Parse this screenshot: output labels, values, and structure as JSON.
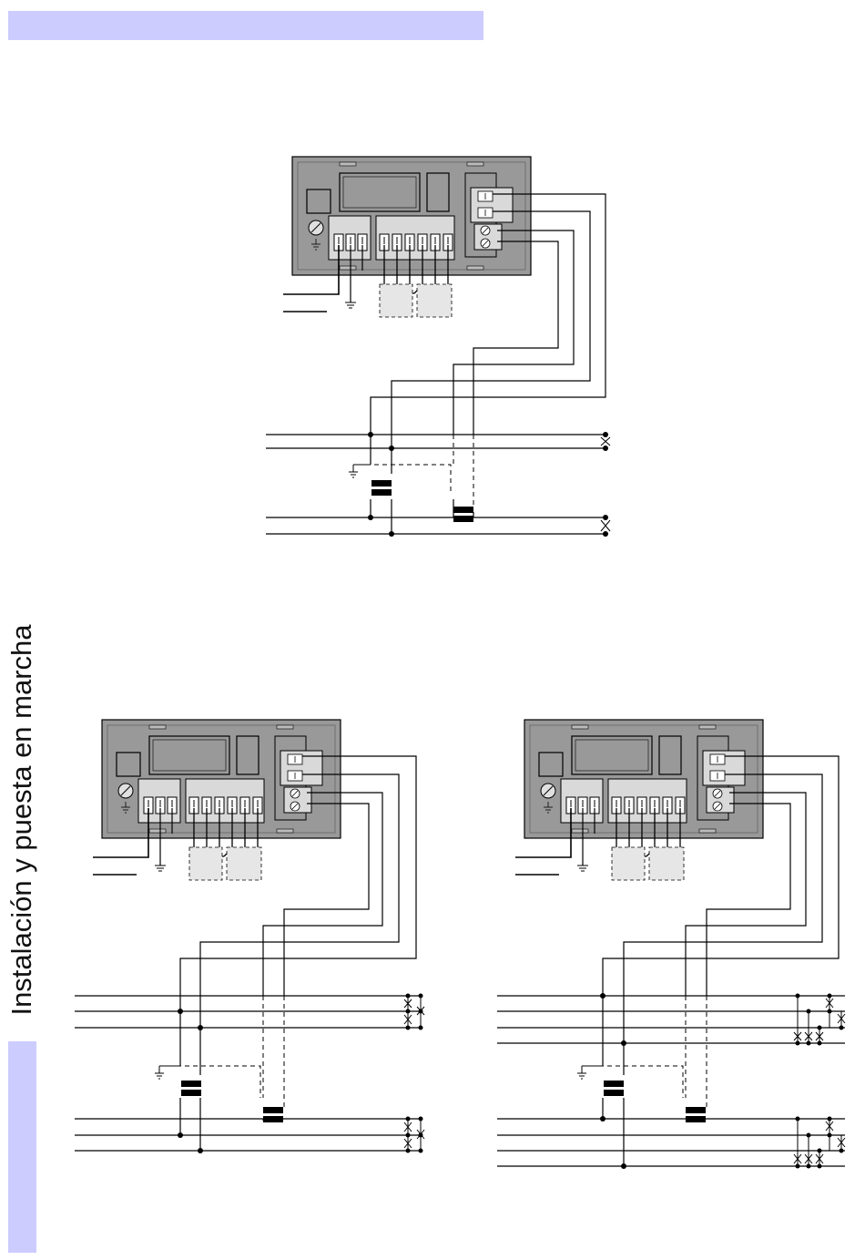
{
  "header": {
    "band_color": "#ccccff"
  },
  "sidebar": {
    "title": "Instalación y puesta en marcha",
    "band_color": "#ccccff"
  },
  "colors": {
    "device_body": "#999999",
    "device_panel": "#d9d9d9",
    "terminal_block": "#d9d9d9",
    "wire": "#000000",
    "dashed_box": "#e6e6e6"
  },
  "diagrams": [
    {
      "id": "diagram-top",
      "variant": "two-phase"
    },
    {
      "id": "diagram-bottom-left",
      "variant": "three-line"
    },
    {
      "id": "diagram-bottom-right",
      "variant": "four-line"
    }
  ]
}
